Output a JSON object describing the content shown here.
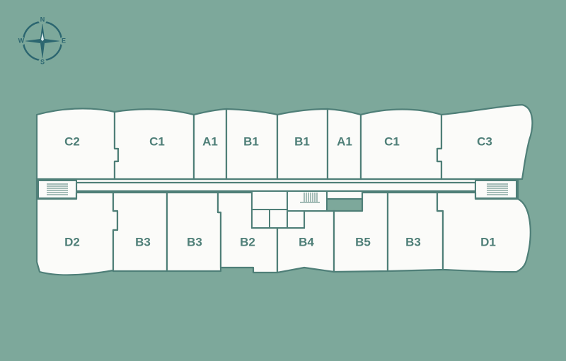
{
  "compass": {
    "north": "N",
    "south": "S",
    "east": "E",
    "west": "W",
    "icon": "compass-rose-icon"
  },
  "units": [
    {
      "id": "unit-c2-north",
      "label": "C2"
    },
    {
      "id": "unit-c1-north-west",
      "label": "C1"
    },
    {
      "id": "unit-a1-north-west",
      "label": "A1"
    },
    {
      "id": "unit-b1-north-west",
      "label": "B1"
    },
    {
      "id": "unit-b1-north-east",
      "label": "B1"
    },
    {
      "id": "unit-a1-north-east",
      "label": "A1"
    },
    {
      "id": "unit-c1-north-east",
      "label": "C1"
    },
    {
      "id": "unit-c3-north",
      "label": "C3"
    },
    {
      "id": "unit-d2-south",
      "label": "D2"
    },
    {
      "id": "unit-b3-south-1",
      "label": "B3"
    },
    {
      "id": "unit-b3-south-2",
      "label": "B3"
    },
    {
      "id": "unit-b2-south",
      "label": "B2"
    },
    {
      "id": "unit-b4-south",
      "label": "B4"
    },
    {
      "id": "unit-b5-south",
      "label": "B5"
    },
    {
      "id": "unit-b3-south-3",
      "label": "B3"
    },
    {
      "id": "unit-d1-south",
      "label": "D1"
    }
  ],
  "colors": {
    "background": "#7da89b",
    "floor": "#fbfbf9",
    "line": "#4f7f78",
    "compass": "#2c6670"
  }
}
